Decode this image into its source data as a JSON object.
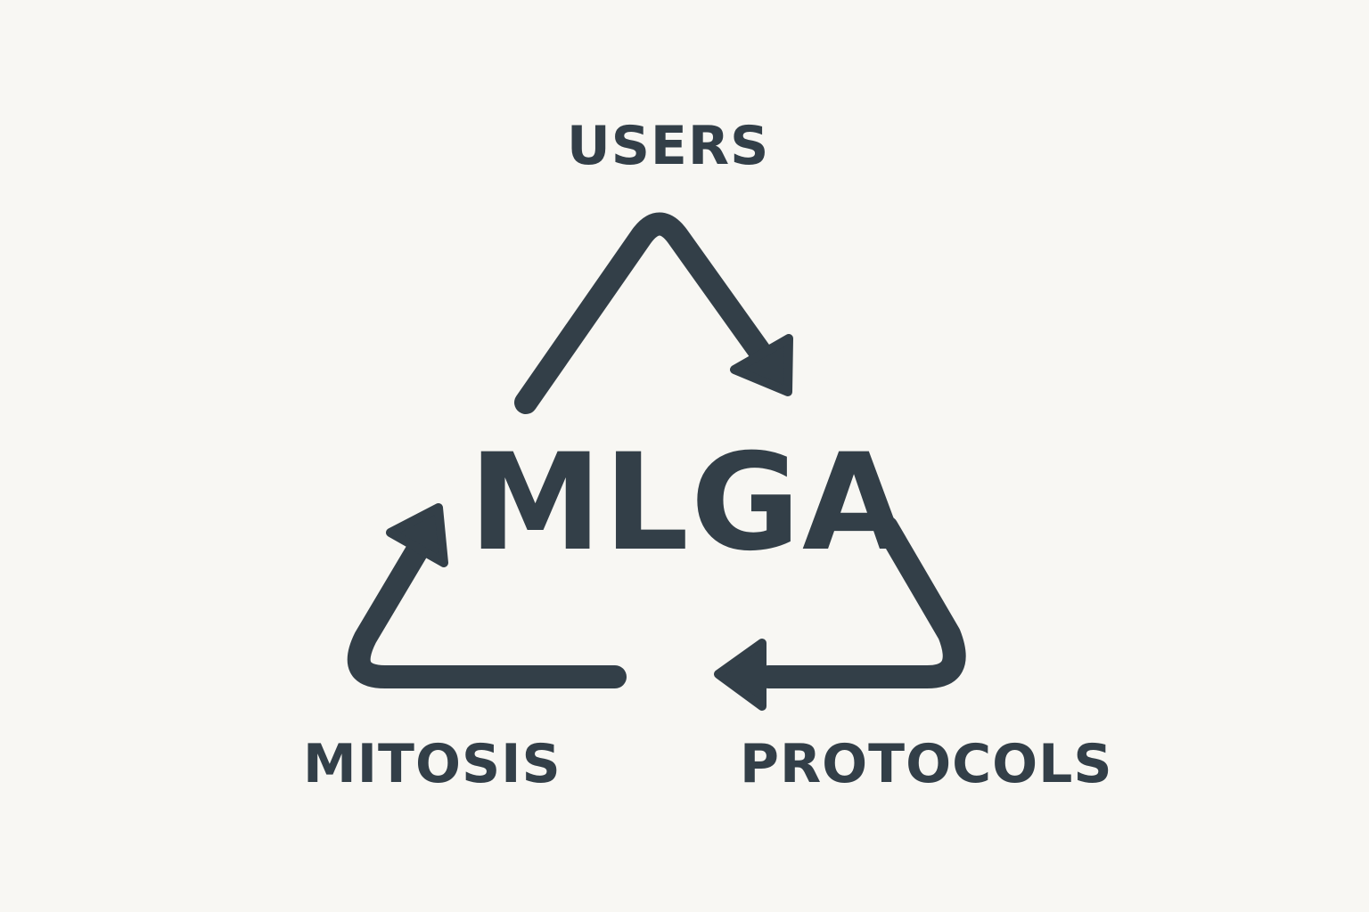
{
  "diagram": {
    "center_label": "MLGA",
    "nodes": [
      {
        "id": "users",
        "label": "USERS"
      },
      {
        "id": "mitosis",
        "label": "MITOSIS"
      },
      {
        "id": "protocols",
        "label": "PROTOCOLS"
      }
    ],
    "edges": [
      {
        "from": "mitosis",
        "to": "protocols",
        "via": "users"
      },
      {
        "from": "users",
        "to": "mitosis",
        "via": "protocols"
      },
      {
        "from": "protocols",
        "to": "users",
        "via": "mitosis"
      }
    ],
    "colors": {
      "stroke": "#333f48",
      "background": "#f8f7f3"
    }
  }
}
